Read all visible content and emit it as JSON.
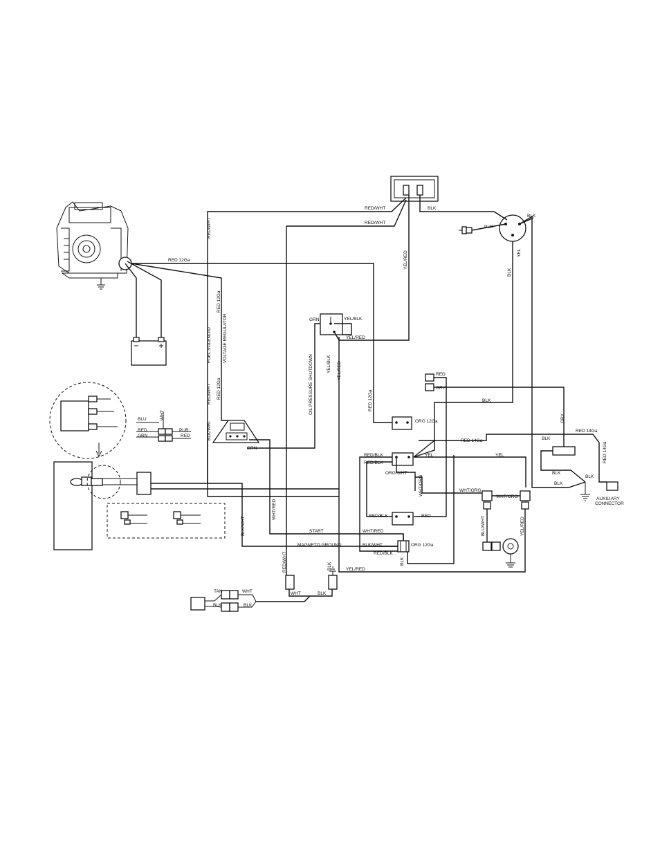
{
  "labels": {
    "red_wht": "RED/WHT",
    "blk": "BLK",
    "pur": "PUR",
    "red_12ga": "RED 12Ga",
    "yel_red": "YEL/RED",
    "yel": "YEL",
    "grn": "GRN",
    "yel_blk": "YEL/BLK",
    "fuel_solenoid": "FUEL SOLENOID",
    "voltage_regulator": "VOLTAGE REGULATOR",
    "oil_pressure_shutdown": "OIL PRESSURE SHUTDOWN",
    "red": "RED",
    "gry": "GRY",
    "org_12ga": "ORG 12Ga",
    "red_14ga": "RED 14Ga",
    "red_blk": "RED/BLK",
    "org_wht": "ORG/WHT",
    "wht_org": "WHT/ORG",
    "blu": "BLU",
    "wht": "WHT",
    "blu_wht": "BLU/WHT",
    "blk_wht": "BLK/WHT",
    "wht_red": "WHT/RED",
    "start": "START",
    "magneto_ground": "MAGNETO GROUND",
    "auxiliary": "AUXILIARY",
    "connector": "CONNECTOR",
    "tan": "TAN"
  }
}
